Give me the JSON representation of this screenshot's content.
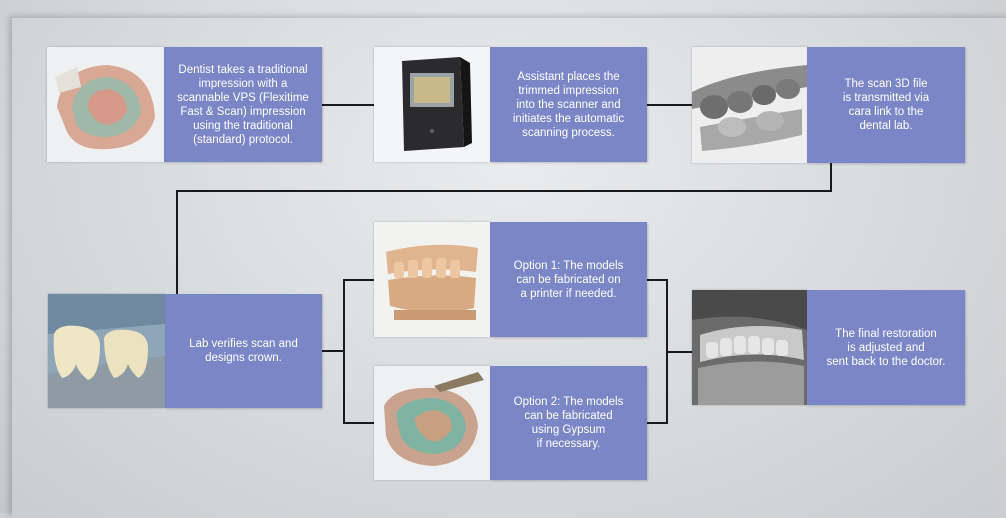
{
  "steps": [
    {
      "text": "Dentist takes a traditional\nimpression with a\nscannable VPS (Flexitime\nFast & Scan) impression\nusing the traditional\n(standard) protocol.",
      "image": "impression-tray-photo"
    },
    {
      "text": "Assistant places the\ntrimmed impression\ninto the scanner and\ninitiates the automatic\nscanning process.",
      "image": "scanner-device-photo"
    },
    {
      "text": "The scan 3D file\nis transmitted via\ncara link to the\ndental lab.",
      "image": "3d-scan-model-photo"
    },
    {
      "text": "Lab verifies scan and\ndesigns crown.",
      "image": "crown-design-photo"
    },
    {
      "text": "Option 1: The models\ncan be fabricated on\na printer if needed.",
      "image": "printed-model-photo"
    },
    {
      "text": "Option 2: The models\ncan be fabricated\nusing Gypsum\nif necessary.",
      "image": "gypsum-impression-photo"
    },
    {
      "text": "The final restoration\nis adjusted and\nsent back to the doctor.",
      "image": "final-restoration-photo"
    }
  ],
  "colors": {
    "box": "#7b86c6",
    "line": "#1a1a1a"
  }
}
